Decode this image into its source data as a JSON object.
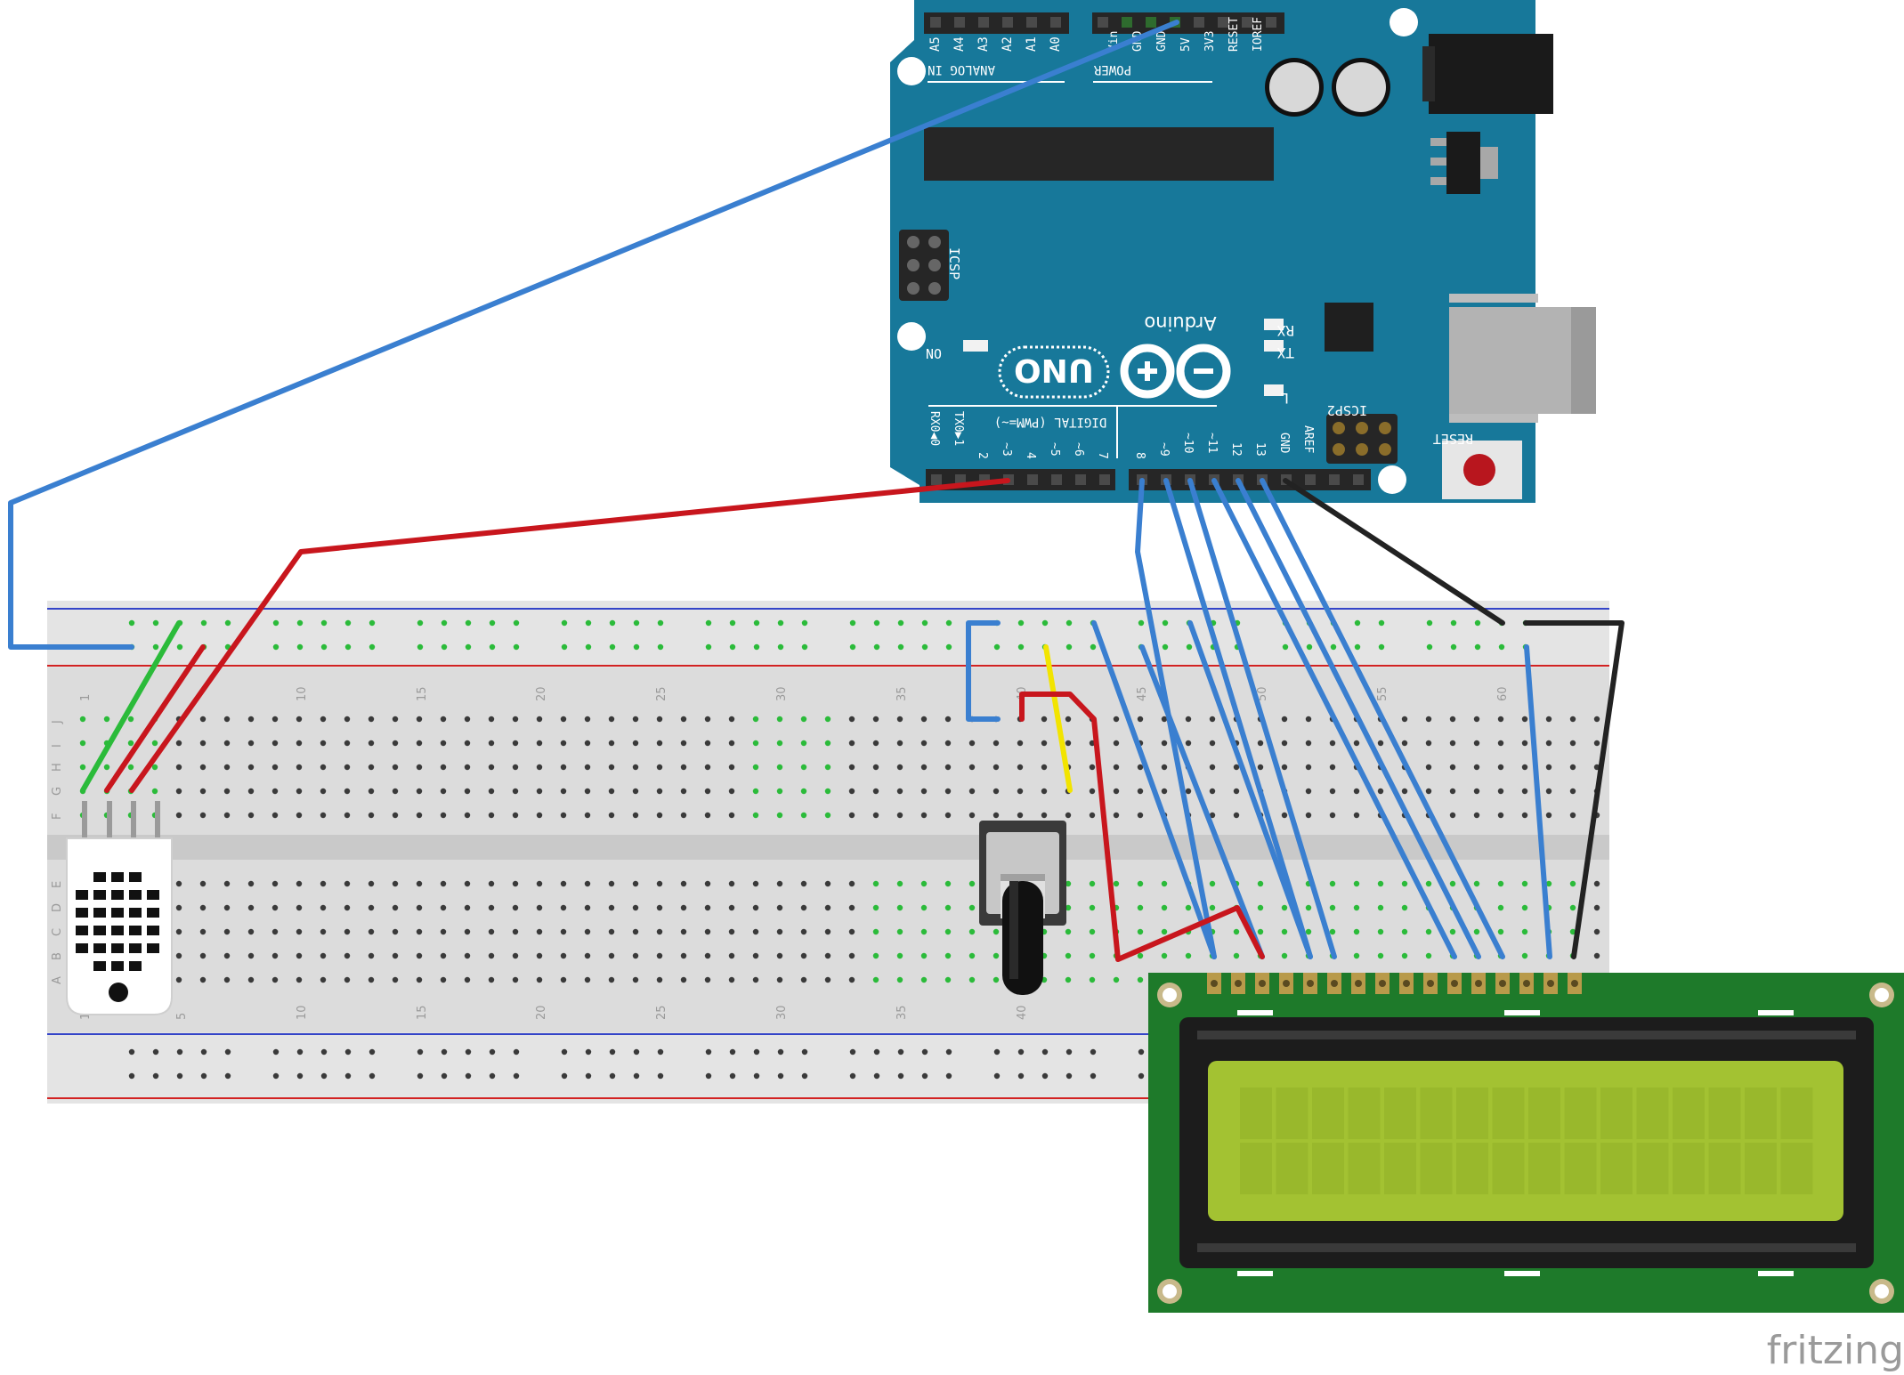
{
  "arduino": {
    "brand": "Arduino",
    "model": "UNO",
    "analog_header_label": "ANALOG IN",
    "power_header_label": "POWER",
    "digital_header_label": "DIGITAL (PWM=~)",
    "analog_pins": [
      "A5",
      "A4",
      "A3",
      "A2",
      "A1",
      "A0"
    ],
    "power_pins": [
      "Vin",
      "GND",
      "GND",
      "5V",
      "3V3",
      "RESET",
      "IOREF"
    ],
    "digital_pins_left": [
      "RX0◀0",
      "TX0▶1",
      "2",
      "~3",
      "4",
      "~5",
      "~6",
      "7"
    ],
    "digital_pins_right": [
      "8",
      "~9",
      "~10",
      "~11",
      "12",
      "13",
      "GND",
      "AREF"
    ],
    "icsp_label": "ICSP",
    "icsp2_label": "ICSP2",
    "reset_label": "RESET",
    "led_rx": "RX",
    "led_tx": "TX",
    "led_l": "L",
    "led_on": "ON",
    "board_color": "#17789a"
  },
  "breadboard": {
    "column_numbers_top": [
      "1",
      "10",
      "15",
      "20",
      "25",
      "30",
      "35",
      "40",
      "45",
      "50",
      "55",
      "60"
    ],
    "column_numbers_bottom": [
      "1",
      "5",
      "10",
      "15",
      "20",
      "25",
      "30",
      "35",
      "40"
    ],
    "row_letters_top": [
      "J",
      "I",
      "H",
      "G",
      "F"
    ],
    "row_letters_bottom": [
      "E",
      "D",
      "C",
      "B",
      "A"
    ]
  },
  "lcd": {
    "type": "16x2 character LCD",
    "screen_color": "#a3c232",
    "pcb_color": "#1e7a2a"
  },
  "wire_colors": {
    "blue": "#3a7fd0",
    "red": "#c8161d",
    "green": "#2bbb3a",
    "yellow": "#f2e400",
    "black": "#222222"
  },
  "watermark": "fritzing"
}
